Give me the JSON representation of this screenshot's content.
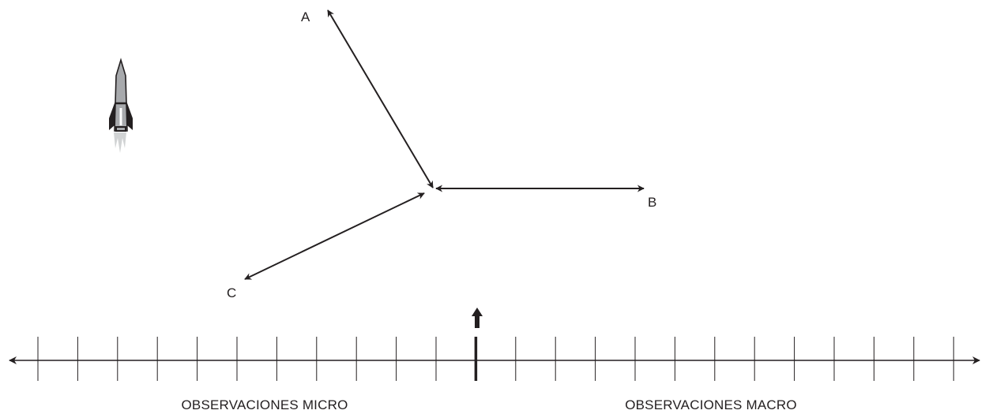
{
  "labels": {
    "a": "A",
    "b": "B",
    "c": "C"
  },
  "axis": {
    "left_label": "OBSERVACIONES MICRO",
    "right_label": "OBSERVACIONES MACRO",
    "tick_count": 24,
    "highlighted_tick_index": 11
  },
  "icons": {
    "rocket": "rocket-icon",
    "marker": "up-arrow-marker"
  },
  "colors": {
    "ink": "#231f20",
    "rocket_body": "#a7a9ac",
    "rocket_dark": "#231f20",
    "exhaust": "#bcbec0"
  }
}
